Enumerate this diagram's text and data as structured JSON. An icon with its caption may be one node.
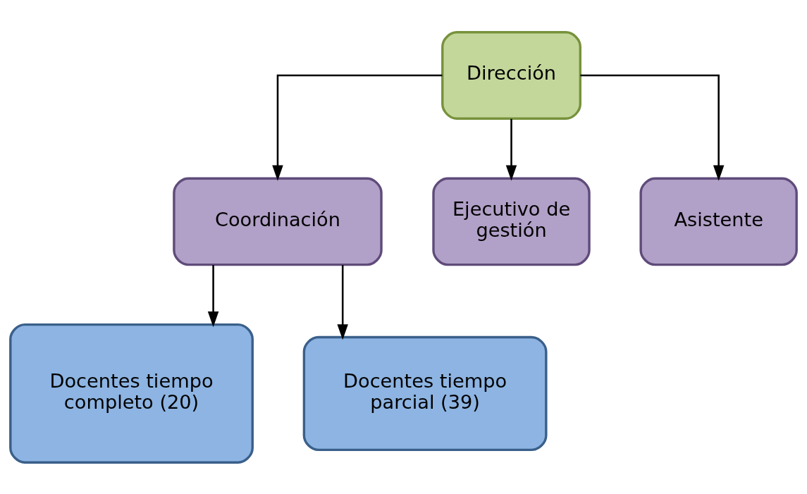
{
  "diagram": {
    "nodes": [
      {
        "text": [
          "Dirección"
        ]
      },
      {
        "text": [
          "Coordinación"
        ]
      },
      {
        "text": [
          "Ejecutivo de gestión"
        ]
      },
      {
        "text": [
          "Asistente"
        ]
      },
      {
        "text": [
          "Docentes tiempo completo (20)"
        ]
      },
      {
        "text": [
          "Docentes tiempo parcial (39)"
        ]
      }
    ],
    "edges": [
      {
        "from": 0,
        "to": 1,
        "arrow": "to"
      },
      {
        "from": 0,
        "to": 2,
        "arrow": "to"
      },
      {
        "from": 0,
        "to": 3,
        "arrow": "to"
      },
      {
        "from": 1,
        "to": 4,
        "arrow": "to"
      },
      {
        "from": 1,
        "to": 5,
        "arrow": "to"
      }
    ]
  }
}
